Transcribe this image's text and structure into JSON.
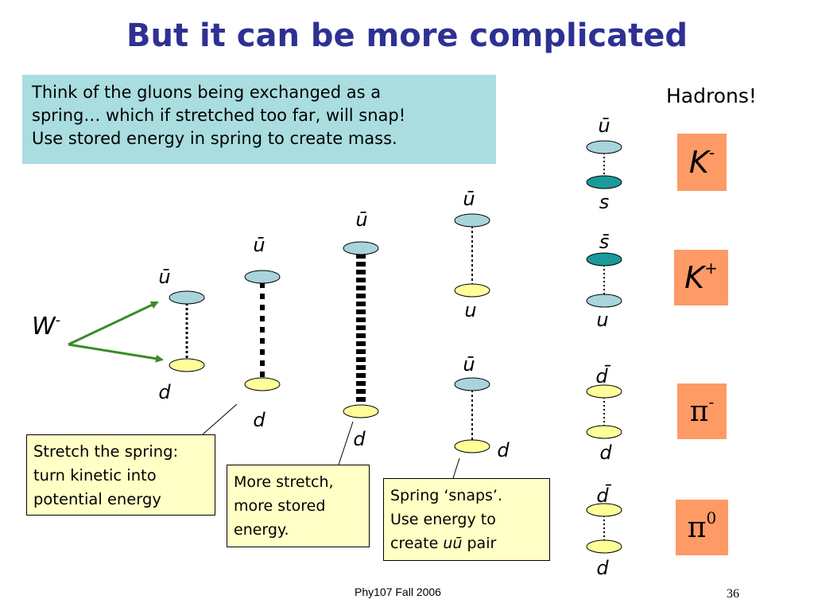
{
  "title": "But it can be more complicated",
  "intro_lines": [
    "Think of the gluons being exchanged as a",
    "spring… which if stretched too far, will snap!",
    "Use stored energy in spring to create mass."
  ],
  "hadrons_label": "Hadrons!",
  "boson": {
    "symbol": "W",
    "charge": "-"
  },
  "colors": {
    "title": "#2e3192",
    "intro_bg": "#a9dde0",
    "note_bg": "#ffffc6",
    "hadron_bg": "#fe9a66",
    "antiquark": "#a8d4dc",
    "down_quark": "#ffff99",
    "strange": "#1a9a9a",
    "arrow": "#3a8a2a"
  },
  "stages": [
    {
      "top": "ū",
      "bottom": "d"
    },
    {
      "top": "ū",
      "bottom": "d"
    },
    {
      "top": "ū",
      "bottom": "d"
    },
    {
      "top": "ū",
      "bottom": "u"
    },
    {
      "top": "ū",
      "bottom": "d"
    }
  ],
  "hadron_pairs": [
    {
      "top": "ū",
      "bottom": "s"
    },
    {
      "top": "s̄",
      "bottom": "u"
    },
    {
      "top": "d̄",
      "bottom": "d"
    },
    {
      "top": "d̄",
      "bottom": "d"
    }
  ],
  "hadrons": [
    {
      "symbol": "K",
      "charge": "-"
    },
    {
      "symbol": "K",
      "charge": "+"
    },
    {
      "symbol": "π",
      "charge": "-"
    },
    {
      "symbol": "π",
      "charge": "0"
    }
  ],
  "notes": {
    "stretch": [
      "Stretch the spring:",
      "turn kinetic into",
      "potential energy"
    ],
    "more_stretch": [
      "More stretch,",
      "more stored",
      "energy."
    ],
    "snap": {
      "line1": "Spring ‘snaps’.",
      "line2": "Use energy to",
      "line3_pre": "create ",
      "line3_pair_a": "u",
      "line3_pair_b": "ū",
      "line3_post": " pair"
    }
  },
  "footer": "Phy107 Fall 2006",
  "page_number": "36"
}
